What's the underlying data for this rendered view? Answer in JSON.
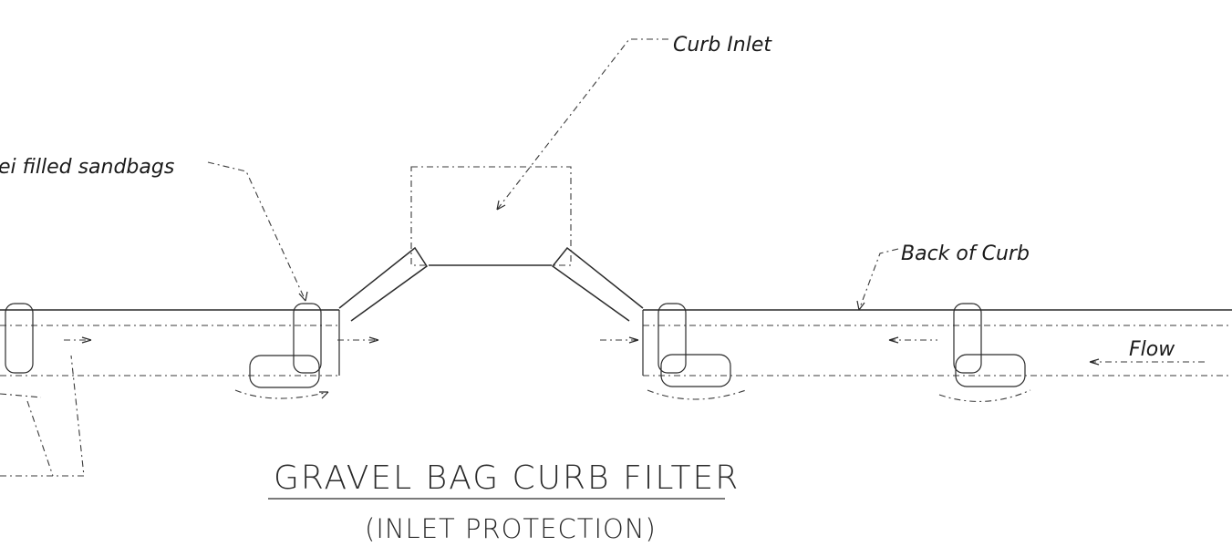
{
  "labels": {
    "curb_inlet": "Curb Inlet",
    "sandbags": "ei filled sandbags",
    "back_of_curb": "Back of Curb",
    "flow": "Flow"
  },
  "title": "GRAVEL BAG CURB FILTER",
  "subtitle": "(INLET PROTECTION)"
}
